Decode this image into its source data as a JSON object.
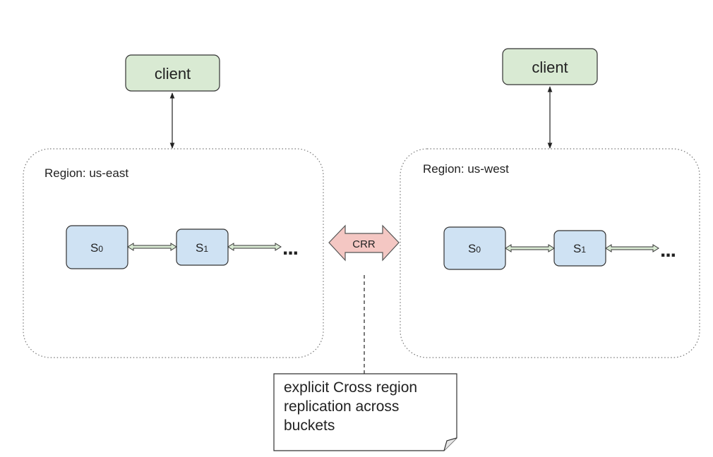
{
  "clients": {
    "east": {
      "label": "client"
    },
    "west": {
      "label": "client"
    }
  },
  "regions": {
    "east": {
      "label": "Region: us-east",
      "nodes": [
        {
          "base": "S",
          "sub": "0"
        },
        {
          "base": "S",
          "sub": "1"
        }
      ],
      "ellipsis": "..."
    },
    "west": {
      "label": "Region: us-west",
      "nodes": [
        {
          "base": "S",
          "sub": "0"
        },
        {
          "base": "S",
          "sub": "1"
        }
      ],
      "ellipsis": "..."
    }
  },
  "crr": {
    "label": "CRR"
  },
  "note": {
    "lines": [
      "explicit Cross region",
      "replication across",
      "buckets"
    ]
  },
  "colors": {
    "client_fill": "#d9ead3",
    "node_fill": "#cfe2f3",
    "crr_fill": "#f4c7c3",
    "region_border": "#777777"
  }
}
